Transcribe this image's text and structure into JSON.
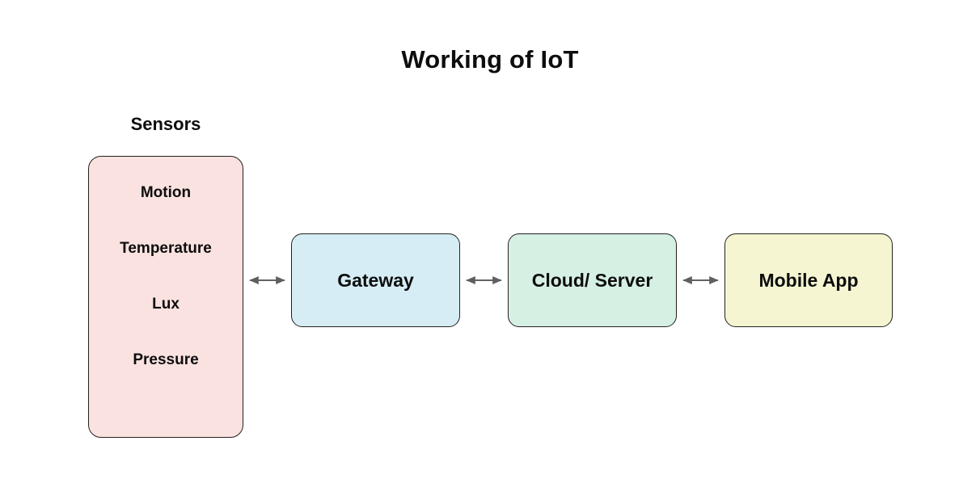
{
  "title": "Working of IoT",
  "groups": {
    "sensors": {
      "label": "Sensors",
      "fill": "#fae2e0",
      "items": [
        {
          "label": "Motion"
        },
        {
          "label": "Temperature"
        },
        {
          "label": "Lux"
        },
        {
          "label": "Pressure"
        }
      ]
    }
  },
  "nodes": [
    {
      "id": "gateway",
      "label": "Gateway",
      "fill": "#d6edf5"
    },
    {
      "id": "cloud",
      "label": "Cloud/ Server",
      "fill": "#d6f0e4"
    },
    {
      "id": "mobile",
      "label": "Mobile App",
      "fill": "#f5f5d2"
    }
  ],
  "connectors": [
    {
      "id": "sensors-gateway",
      "from": "sensors",
      "to": "gateway",
      "direction": "bidirectional",
      "color": "#5f5f5f"
    },
    {
      "id": "gateway-cloud",
      "from": "gateway",
      "to": "cloud",
      "direction": "bidirectional",
      "color": "#5f5f5f"
    },
    {
      "id": "cloud-mobile",
      "from": "cloud",
      "to": "mobile",
      "direction": "bidirectional",
      "color": "#5f5f5f"
    }
  ],
  "style": {
    "background": "#ffffff",
    "border_color": "#24201f",
    "text_color": "#0d0d0d"
  }
}
